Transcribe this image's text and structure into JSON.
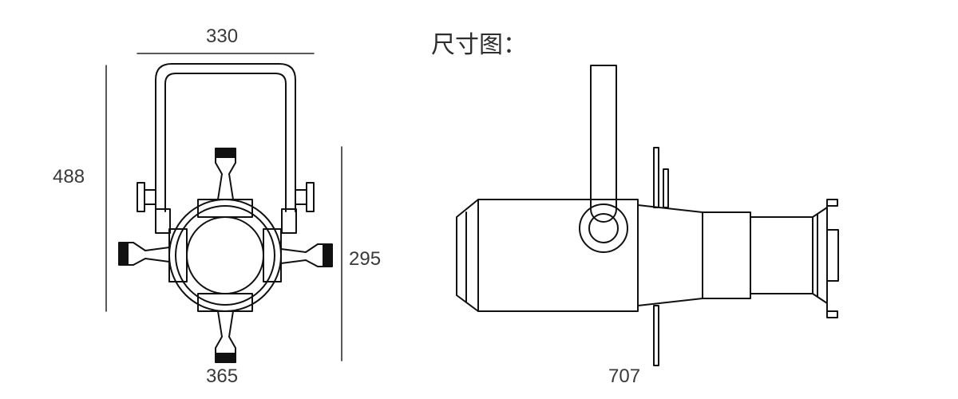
{
  "title": "尺寸图：",
  "front_view": {
    "width_label": "330",
    "height_label": "488",
    "body_height_label": "295",
    "bottom_width_label": "365"
  },
  "side_view": {
    "length_label": "707"
  },
  "colors": {
    "stroke": "#111111",
    "text": "#3a3a3a",
    "background": "#ffffff"
  }
}
